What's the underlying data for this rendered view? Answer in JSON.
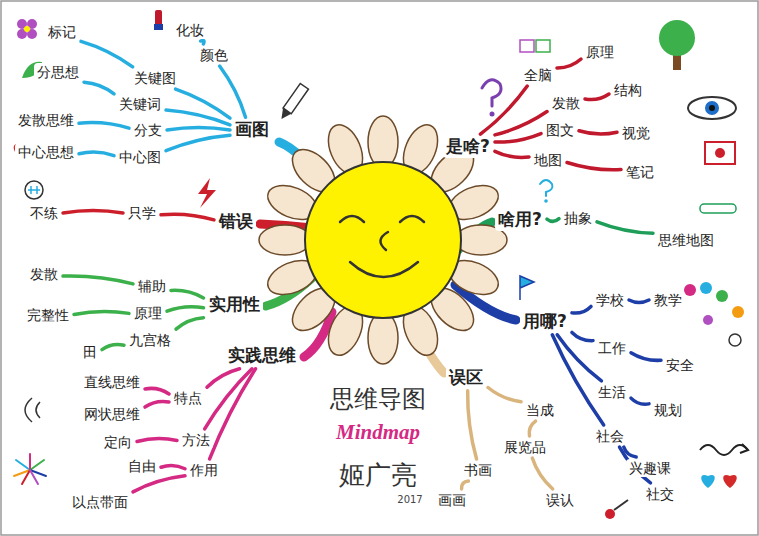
{
  "diagram": {
    "title": "思维导图",
    "nodes": [
      {
        "text": [
          "画图"
        ]
      },
      {
        "text": [
          "颜色"
        ]
      },
      {
        "text": [
          "化妆"
        ]
      },
      {
        "text": [
          "标记"
        ]
      },
      {
        "text": [
          "关键图"
        ]
      },
      {
        "text": [
          "分思想"
        ]
      },
      {
        "text": [
          "关键词"
        ]
      },
      {
        "text": [
          "发散思维"
        ]
      },
      {
        "text": [
          "分支"
        ]
      },
      {
        "text": [
          "中心思想"
        ]
      },
      {
        "text": [
          "中心图"
        ]
      },
      {
        "text": [
          "错误"
        ]
      },
      {
        "text": [
          "只学"
        ]
      },
      {
        "text": [
          "不练"
        ]
      },
      {
        "text": [
          "实用性"
        ]
      },
      {
        "text": [
          "辅助"
        ]
      },
      {
        "text": [
          "发散"
        ]
      },
      {
        "text": [
          "原理"
        ]
      },
      {
        "text": [
          "完整性"
        ]
      },
      {
        "text": [
          "九宫格"
        ]
      },
      {
        "text": [
          "田"
        ]
      },
      {
        "text": [
          "实践思维"
        ]
      },
      {
        "text": [
          "特点"
        ]
      },
      {
        "text": [
          "直线思维"
        ]
      },
      {
        "text": [
          "网状思维"
        ]
      },
      {
        "text": [
          "方法"
        ]
      },
      {
        "text": [
          "定向"
        ]
      },
      {
        "text": [
          "作用"
        ]
      },
      {
        "text": [
          "自由"
        ]
      },
      {
        "text": [
          "以点带面"
        ]
      },
      {
        "text": [
          "误区"
        ]
      },
      {
        "text": [
          "当成"
        ]
      },
      {
        "text": [
          "展览品"
        ]
      },
      {
        "text": [
          "书画"
        ]
      },
      {
        "text": [
          "画画"
        ]
      },
      {
        "text": [
          "误认"
        ]
      },
      {
        "text": [
          "是啥?"
        ]
      },
      {
        "text": [
          "全脑"
        ]
      },
      {
        "text": [
          "原理"
        ]
      },
      {
        "text": [
          "发散"
        ]
      },
      {
        "text": [
          "结构"
        ]
      },
      {
        "text": [
          "图文"
        ]
      },
      {
        "text": [
          "视觉"
        ]
      },
      {
        "text": [
          "地图"
        ]
      },
      {
        "text": [
          "笔记"
        ]
      },
      {
        "text": [
          "啥用?"
        ]
      },
      {
        "text": [
          "抽象"
        ]
      },
      {
        "text": [
          "思维地图"
        ]
      },
      {
        "text": [
          "用哪?"
        ]
      },
      {
        "text": [
          "学校"
        ]
      },
      {
        "text": [
          "教学"
        ]
      },
      {
        "text": [
          "工作"
        ]
      },
      {
        "text": [
          "安全"
        ]
      },
      {
        "text": [
          "生活"
        ]
      },
      {
        "text": [
          "规划"
        ]
      },
      {
        "text": [
          "社会"
        ]
      },
      {
        "text": [
          "兴趣课"
        ]
      },
      {
        "text": [
          "社交"
        ]
      }
    ],
    "edges": [
      {
        "from": 0,
        "to": 4,
        "arrow": "none"
      },
      {
        "from": 0,
        "to": 1,
        "arrow": "none"
      },
      {
        "from": 1,
        "to": 2,
        "arrow": "none"
      },
      {
        "from": 4,
        "to": 3,
        "arrow": "none"
      },
      {
        "from": 0,
        "to": 6,
        "arrow": "none"
      },
      {
        "from": 6,
        "to": 5,
        "arrow": "none"
      },
      {
        "from": 0,
        "to": 8,
        "arrow": "none"
      },
      {
        "from": 8,
        "to": 7,
        "arrow": "none"
      },
      {
        "from": 0,
        "to": 10,
        "arrow": "none"
      },
      {
        "from": 10,
        "to": 9,
        "arrow": "none"
      },
      {
        "from": 11,
        "to": 12,
        "arrow": "none"
      },
      {
        "from": 12,
        "to": 13,
        "arrow": "none"
      },
      {
        "from": 14,
        "to": 15,
        "arrow": "none"
      },
      {
        "from": 15,
        "to": 16,
        "arrow": "none"
      },
      {
        "from": 14,
        "to": 17,
        "arrow": "none"
      },
      {
        "from": 17,
        "to": 18,
        "arrow": "none"
      },
      {
        "from": 14,
        "to": 19,
        "arrow": "none"
      },
      {
        "from": 19,
        "to": 20,
        "arrow": "none"
      },
      {
        "from": 21,
        "to": 22,
        "arrow": "none"
      },
      {
        "from": 22,
        "to": 23,
        "arrow": "none"
      },
      {
        "from": 22,
        "to": 24,
        "arrow": "none"
      },
      {
        "from": 21,
        "to": 25,
        "arrow": "none"
      },
      {
        "from": 25,
        "to": 26,
        "arrow": "none"
      },
      {
        "from": 21,
        "to": 27,
        "arrow": "none"
      },
      {
        "from": 27,
        "to": 28,
        "arrow": "none"
      },
      {
        "from": 27,
        "to": 29,
        "arrow": "none"
      },
      {
        "from": 30,
        "to": 31,
        "arrow": "none"
      },
      {
        "from": 31,
        "to": 32,
        "arrow": "none"
      },
      {
        "from": 32,
        "to": 35,
        "arrow": "none"
      },
      {
        "from": 30,
        "to": 33,
        "arrow": "none"
      },
      {
        "from": 33,
        "to": 34,
        "arrow": "none"
      },
      {
        "from": 36,
        "to": 37,
        "arrow": "none"
      },
      {
        "from": 37,
        "to": 38,
        "arrow": "none"
      },
      {
        "from": 36,
        "to": 39,
        "arrow": "none"
      },
      {
        "from": 39,
        "to": 40,
        "arrow": "none"
      },
      {
        "from": 36,
        "to": 41,
        "arrow": "none"
      },
      {
        "from": 41,
        "to": 42,
        "arrow": "none"
      },
      {
        "from": 36,
        "to": 43,
        "arrow": "none"
      },
      {
        "from": 43,
        "to": 44,
        "arrow": "none"
      },
      {
        "from": 45,
        "to": 46,
        "arrow": "none"
      },
      {
        "from": 46,
        "to": 47,
        "arrow": "none"
      },
      {
        "from": 48,
        "to": 49,
        "arrow": "none"
      },
      {
        "from": 49,
        "to": 50,
        "arrow": "none"
      },
      {
        "from": 48,
        "to": 51,
        "arrow": "none"
      },
      {
        "from": 51,
        "to": 52,
        "arrow": "none"
      },
      {
        "from": 48,
        "to": 53,
        "arrow": "none"
      },
      {
        "from": 53,
        "to": 54,
        "arrow": "none"
      },
      {
        "from": 48,
        "to": 55,
        "arrow": "none"
      },
      {
        "from": 55,
        "to": 56,
        "arrow": "none"
      },
      {
        "from": 55,
        "to": 57,
        "arrow": "none"
      }
    ],
    "labels": [
      "Mindmap",
      "姬广亮",
      "2017"
    ]
  }
}
